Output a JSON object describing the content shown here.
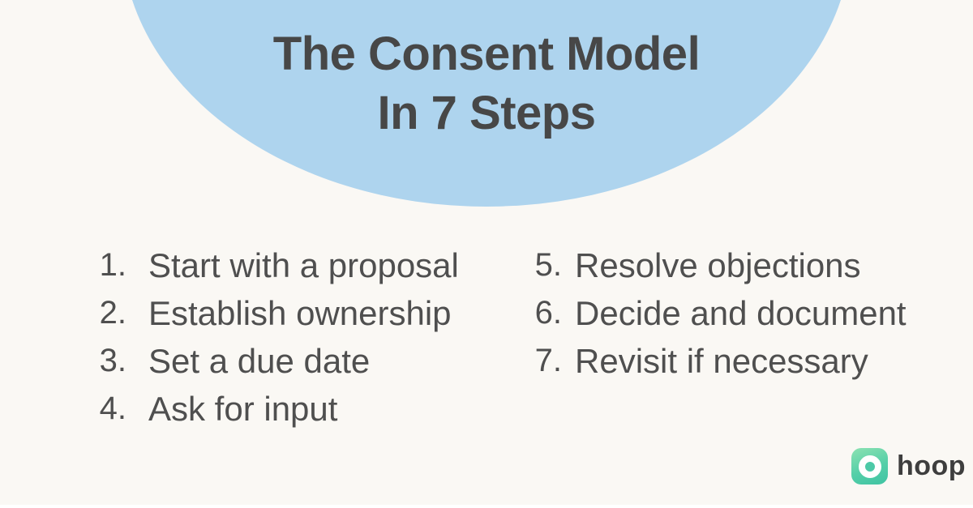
{
  "colors": {
    "background": "#faf8f4",
    "ellipse": "#aed4ee",
    "title_text": "#474747",
    "step_text": "#4f4f4f",
    "logo_text": "#3e3e3e",
    "logo_gradient_top": "#8ce2b2",
    "logo_gradient_bottom": "#3fc3a3",
    "logo_ring": "#ffffff"
  },
  "title": {
    "line1": "The Consent Model",
    "line2": "In 7 Steps"
  },
  "steps": {
    "left": [
      {
        "number": "1.",
        "label": "Start with a proposal"
      },
      {
        "number": "2.",
        "label": "Establish ownership"
      },
      {
        "number": "3.",
        "label": "Set a due date"
      },
      {
        "number": "4.",
        "label": "Ask for input"
      }
    ],
    "right": [
      {
        "number": "5.",
        "label": "Resolve objections"
      },
      {
        "number": "6.",
        "label": "Decide and document"
      },
      {
        "number": "7.",
        "label": "Revisit if necessary"
      }
    ]
  },
  "logo": {
    "text": "hoop",
    "icon": "hoop-ring-icon"
  }
}
